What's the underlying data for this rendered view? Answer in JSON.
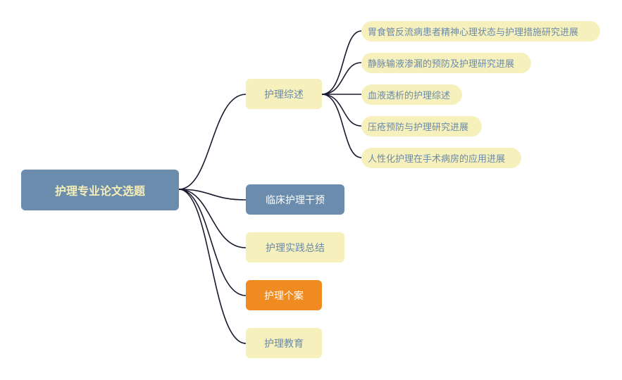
{
  "root": {
    "label": "护理专业论文选题"
  },
  "branches": [
    {
      "label": "护理综述",
      "children": [
        "胃食管反流病患者精神心理状态与护理措施研究进展",
        "静脉输液渗漏的预防及护理研究进展",
        "血液透析的护理综述",
        "压疮预防与护理研究进展",
        "人性化护理在手术病房的应用进展"
      ]
    },
    {
      "label": "临床护理干预",
      "children": []
    },
    {
      "label": "护理实践总结",
      "children": []
    },
    {
      "label": "护理个案",
      "children": []
    },
    {
      "label": "护理教育",
      "children": []
    }
  ],
  "colors": {
    "root_fill": "#6b8cad",
    "root_text": "#f5eeb7",
    "branch_yellow_fill": "#f6f0bd",
    "branch_text": "#6a8aaa",
    "branch_highlight_blue": "#6b8cad",
    "branch_highlight_orange": "#f08b22",
    "connector": "#1a1a2e"
  }
}
